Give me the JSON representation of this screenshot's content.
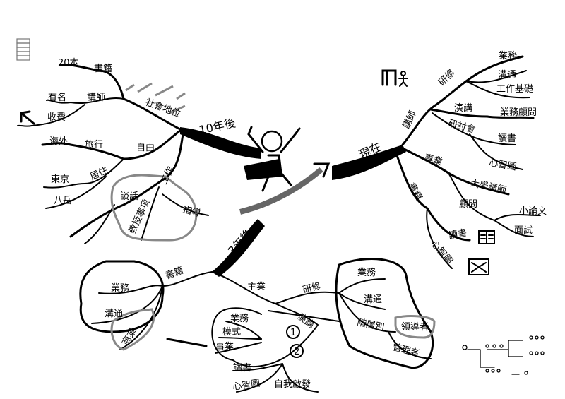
{
  "colors": {
    "ink": "#000000",
    "highlight": "#888888",
    "paper": "#ffffff"
  },
  "center": {
    "figure": "jumping-person-icon"
  },
  "trunks": {
    "future10": "10年後",
    "now": "現在",
    "future3": "3年後"
  },
  "future10": {
    "social_status": "社會地位",
    "books": "書籍",
    "books_count": "20本",
    "lecturer": "講師",
    "famous": "有名",
    "fee": "收費",
    "freedom": "自由",
    "travel": "旅行",
    "overseas": "海外",
    "residence": "居住",
    "tokyo": "東京",
    "yatsugatake": "八岳",
    "work": "工作",
    "talk": "談話",
    "teaching": "教授事項",
    "guidance": "指導"
  },
  "now": {
    "lecturer": "講師",
    "training": "研修",
    "business": "業務",
    "communication": "溝通",
    "work_basics": "工作基礎",
    "speech": "演講",
    "business_consultant": "業務顧問",
    "seminar": "研討會",
    "reading": "讀書",
    "mindmap": "心智圖",
    "specialty": "專業",
    "university_lecturer": "大學講師",
    "consultant": "顧問",
    "short_paper": "小論文",
    "interview": "面試",
    "books": "書籍",
    "books_reading": "讀書",
    "books_mindmap": "心智圖"
  },
  "future3": {
    "books": "書籍",
    "b_business": "業務",
    "b_communication": "溝通",
    "b_commerce": "商業",
    "main_job": "主業",
    "training": "研修",
    "speech": "演講",
    "m_business": "業務",
    "m_model": "模式",
    "m_enterprise": "事業",
    "reading": "讀書",
    "mindmap": "心智圖",
    "self_development": "自我啟發",
    "circle1": "1",
    "circle2": "2",
    "t_business": "業務",
    "t_communication": "溝通",
    "t_levels": "階層別",
    "t_leader": "領導者",
    "t_manager": "管理者"
  }
}
